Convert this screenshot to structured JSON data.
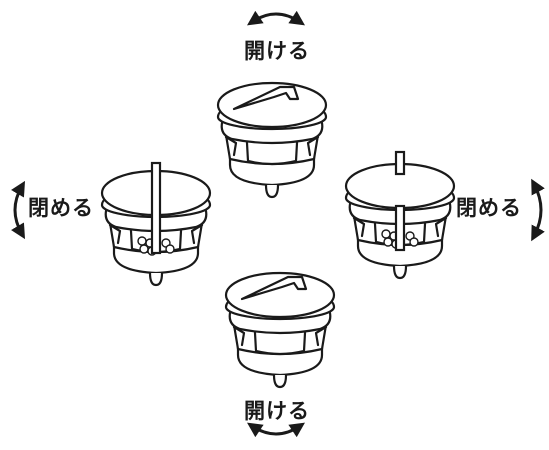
{
  "labels": {
    "open_top": "開ける",
    "open_bottom": "開ける",
    "close_left": "閉める",
    "close_right": "閉める"
  },
  "colors": {
    "line": "#1a1a1a",
    "fill": "#ffffff"
  },
  "icons": [
    "double-arrow-icon",
    "cap-valve-icon"
  ]
}
